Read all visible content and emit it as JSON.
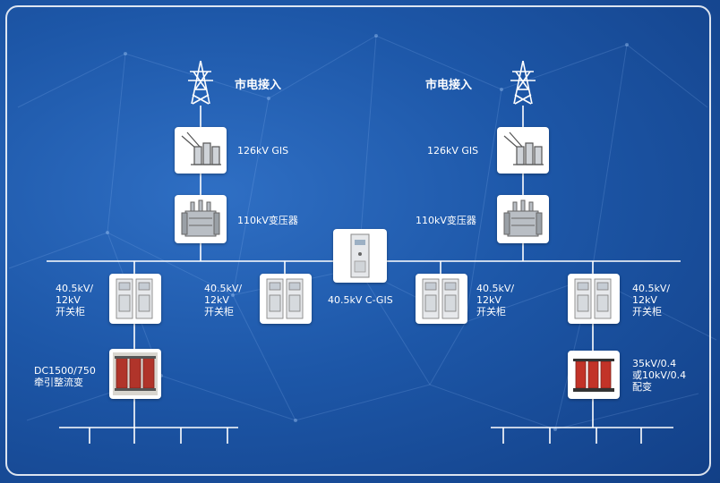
{
  "grid_in": "市电接入",
  "gis126": "126kV GIS",
  "transformer110": "110kV变压器",
  "cgis": "40.5kV C-GIS",
  "switchgear": [
    "40.5kV/",
    "12kV",
    "开关柜"
  ],
  "rectifier": [
    "DC1500/750",
    "牵引整流变"
  ],
  "distribution": [
    "35kV/0.4",
    "或10kV/0.4",
    "配变"
  ]
}
